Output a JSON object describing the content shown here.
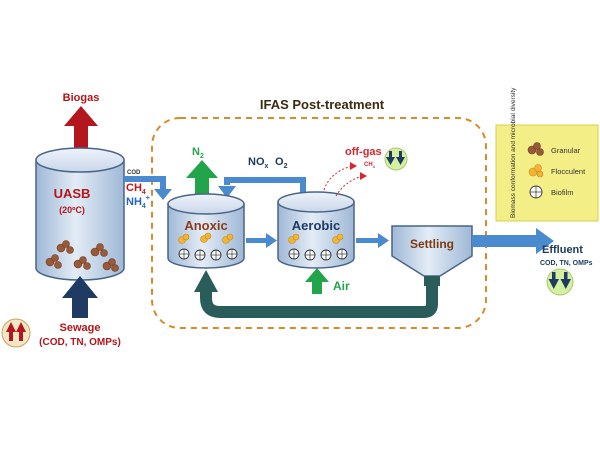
{
  "labels": {
    "biogas": "Biogas",
    "uasb": "UASB",
    "uasb_temp": "(20ºC)",
    "cod_small": "COD",
    "ch4": "CH",
    "ch4_sub": "4",
    "nh4": "NH",
    "nh4_sub": "4",
    "nh4_sup": "+",
    "sewage": "Sewage",
    "sewage_sub": "(COD, TN, OMPs)",
    "ifas_title": "IFAS Post-treatment",
    "n2": "N",
    "n2_sub": "2",
    "nox": "NO",
    "nox_sub": "x",
    "o2": "O",
    "o2_sub": "2",
    "offgas": "off-gas",
    "offgas_ch4": "CH",
    "offgas_ch4_sub": "4",
    "anoxic": "Anoxic",
    "aerobic": "Aerobic",
    "air": "Air",
    "settling": "Settling",
    "effluent": "Effluent",
    "effluent_sub": "COD, TN, OMPs"
  },
  "legend": {
    "title": "Biomass conformation and microbial diversity",
    "items": [
      {
        "label": "Granular",
        "icon": "granule-icon"
      },
      {
        "label": "Flocculent",
        "icon": "floc-icon"
      },
      {
        "label": "Biofilm",
        "icon": "biofilm-carrier-icon"
      }
    ]
  },
  "colors": {
    "biogas_arrow": "#b3161c",
    "sewage_arrow": "#1f3b63",
    "flow_arrow": "#4a8bd0",
    "recycle_arrow": "#2a5c5a",
    "n2_arrow": "#22a54a",
    "air_arrow": "#22a54a",
    "ifas_border": "#d98a2a",
    "tank_fill": "#c7d8ec",
    "legend_bg": "#f4ee86",
    "ch4_text": "#c0171b",
    "nh4_text": "#2563c4",
    "offgas_text": "#d9262e",
    "indicator_bg": "#d6f0a2"
  }
}
